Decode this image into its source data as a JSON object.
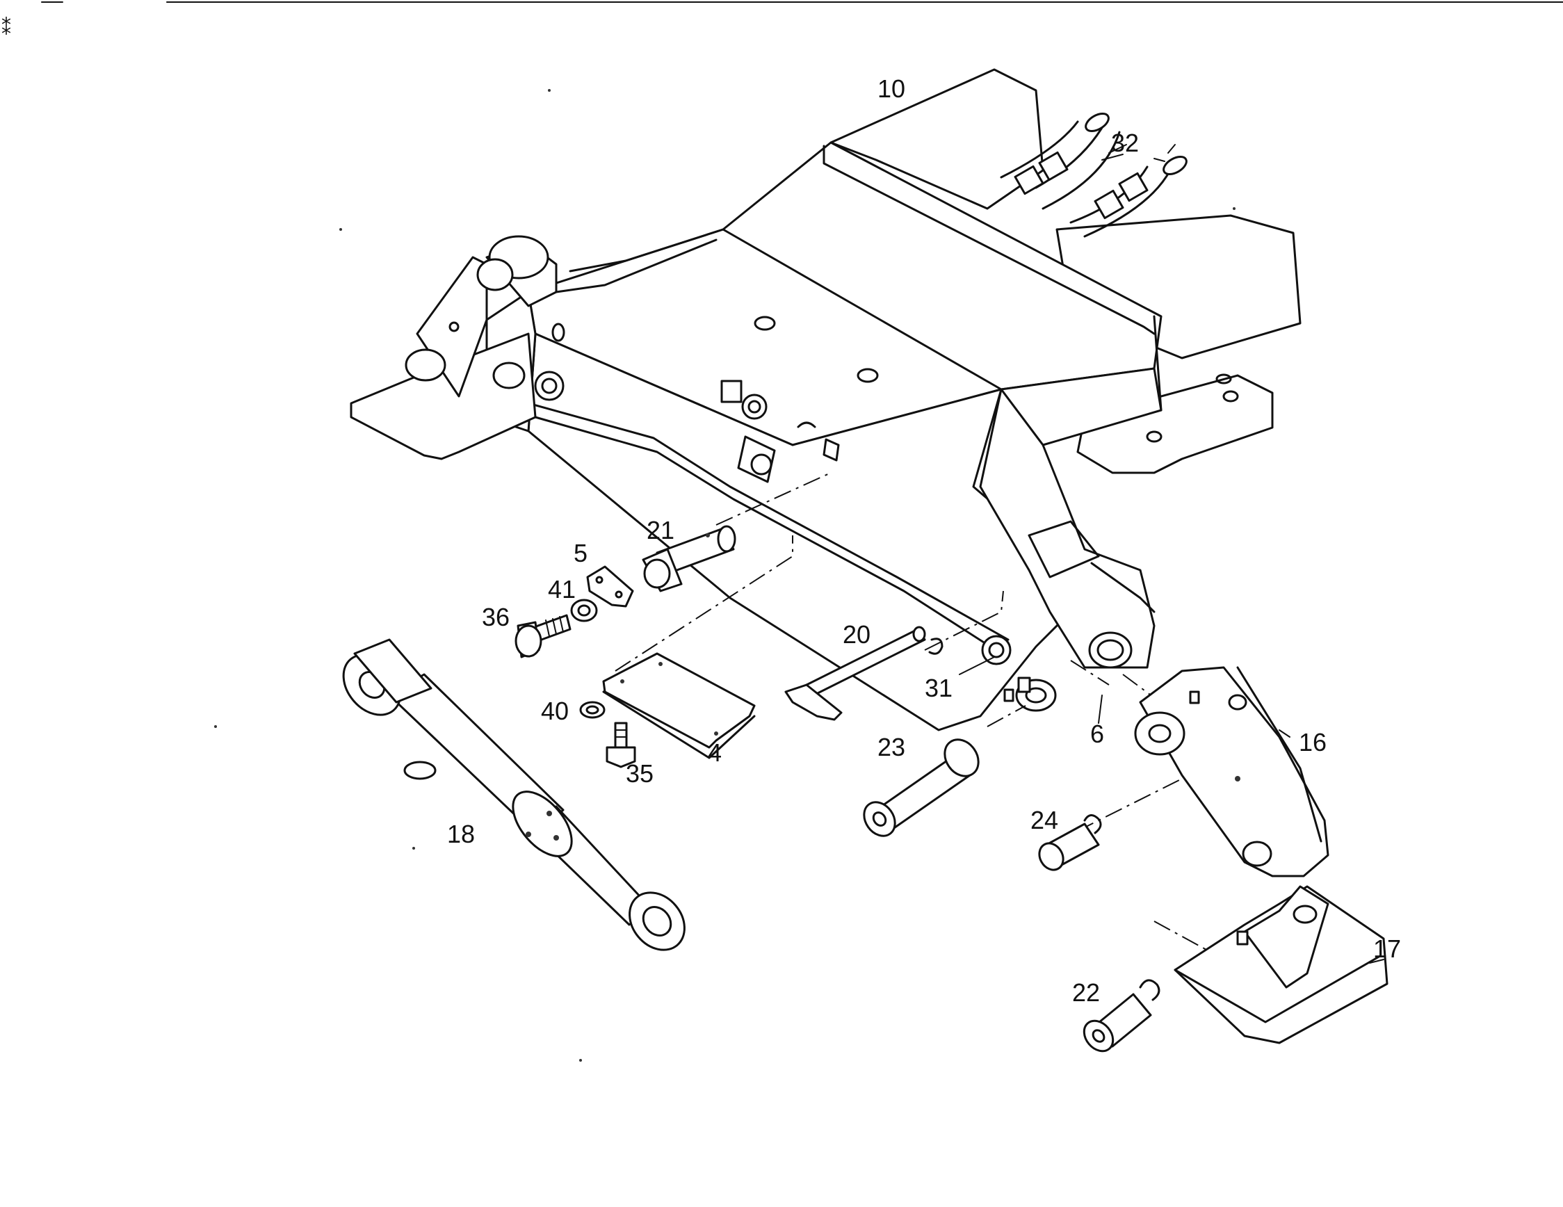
{
  "drawing": {
    "type": "exploded-parts-diagram",
    "parts": [
      {
        "ref": "4"
      },
      {
        "ref": "5"
      },
      {
        "ref": "6"
      },
      {
        "ref": "10"
      },
      {
        "ref": "16"
      },
      {
        "ref": "17"
      },
      {
        "ref": "18"
      },
      {
        "ref": "20"
      },
      {
        "ref": "21"
      },
      {
        "ref": "22"
      },
      {
        "ref": "23"
      },
      {
        "ref": "24"
      },
      {
        "ref": "31"
      },
      {
        "ref": "32"
      },
      {
        "ref": "35"
      },
      {
        "ref": "36"
      },
      {
        "ref": "40"
      },
      {
        "ref": "41"
      }
    ]
  },
  "colors": {
    "ink": "#111111",
    "paper": "#ffffff"
  }
}
